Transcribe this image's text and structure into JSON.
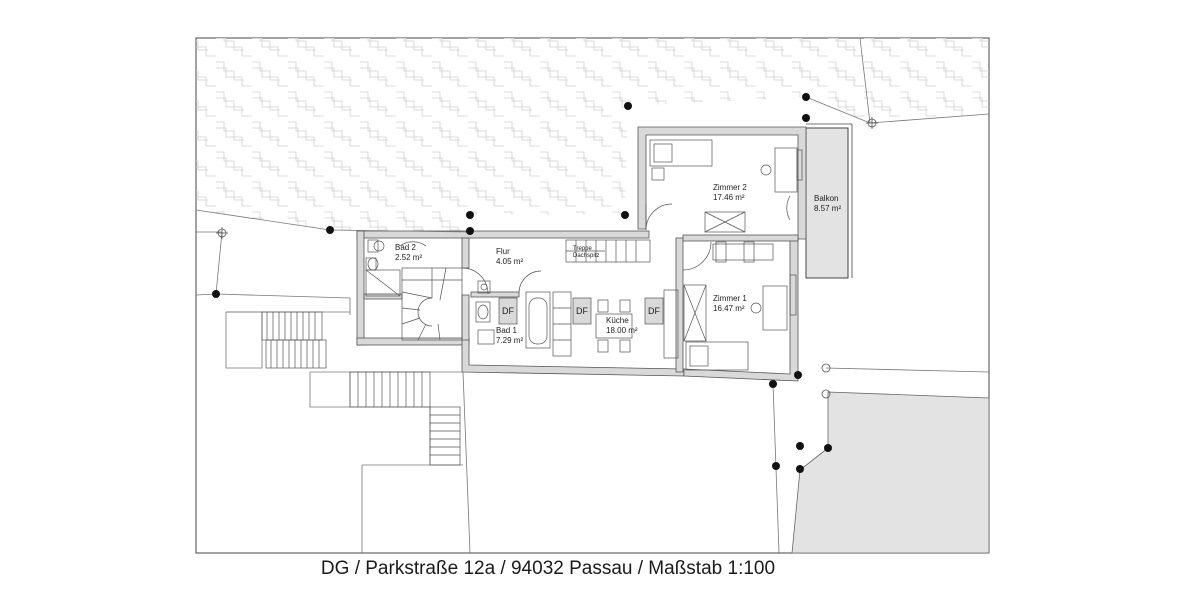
{
  "rooms": {
    "bad2": {
      "name": "Bad 2",
      "area": "2.52 m²"
    },
    "flur": {
      "name": "Flur",
      "area": "4.05 m²"
    },
    "bad1": {
      "name": "Bad 1",
      "area": "7.29 m²"
    },
    "kueche": {
      "name": "Küche",
      "area": "18.00 m²"
    },
    "zimmer1": {
      "name": "Zimmer 1",
      "area": "16.47 m²"
    },
    "zimmer2": {
      "name": "Zimmer 2",
      "area": "17.46 m²"
    },
    "balkon": {
      "name": "Balkon",
      "area": "8.57 m²"
    }
  },
  "stair_label": {
    "line1": "Treppe",
    "line2": "Dachspitz"
  },
  "skylight_label": "DF",
  "caption": "DG / Parkstraße 12a / 94032 Passau / Maßstab 1:100",
  "colors": {
    "wall_fill": "#d9d9d9",
    "line": "#555555",
    "hatch": "#c8c8c8",
    "neighbor": "#e3e3e3"
  }
}
